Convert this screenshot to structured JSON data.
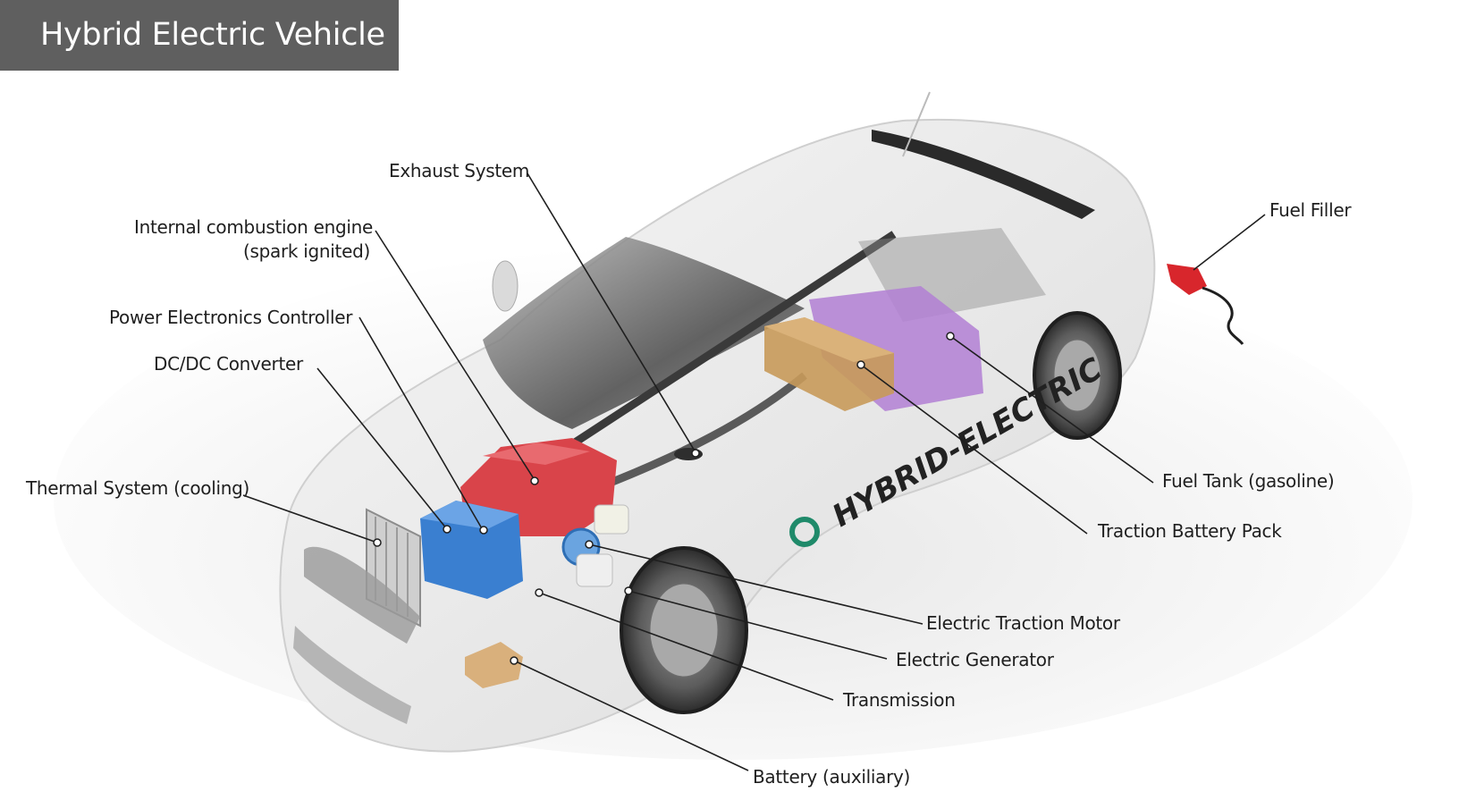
{
  "title": "Hybrid Electric Vehicle",
  "vehicle_text": "HYBRID-ELECTRIC",
  "labels": {
    "exhaust": "Exhaust System",
    "ice_line1": "Internal combustion engine",
    "ice_line2": "(spark ignited)",
    "pec": "Power Electronics Controller",
    "dcdc": "DC/DC Converter",
    "thermal": "Thermal System (cooling)",
    "fuel_filler": "Fuel Filler",
    "fuel_tank": "Fuel Tank (gasoline)",
    "traction_battery": "Traction Battery Pack",
    "traction_motor": "Electric Traction Motor",
    "generator": "Electric Generator",
    "transmission": "Transmission",
    "battery_aux": "Battery (auxiliary)"
  },
  "colors": {
    "title_bg": "#5f5f5f",
    "engine": "#d9444a",
    "converter": "#3a7fd0",
    "fuel_tank": "#b27fd4",
    "battery_pack": "#c89a5a",
    "fuel_nozzle": "#d8262c",
    "logo": "#1f8a6a"
  }
}
